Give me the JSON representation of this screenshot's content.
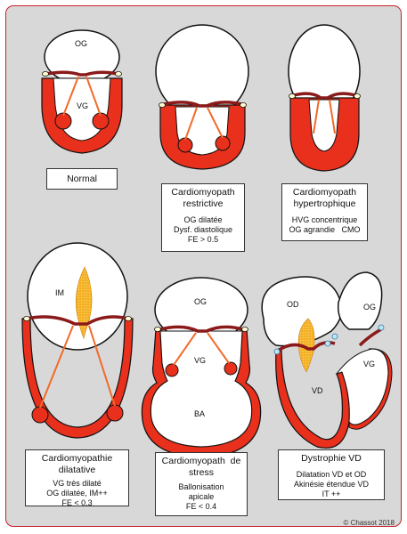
{
  "panels": [
    {
      "id": "normal",
      "title": [
        "Normal"
      ],
      "lines": [],
      "labels": {
        "og": "OG",
        "vg": "VG"
      }
    },
    {
      "id": "restrictive",
      "title": [
        "Cardiomyopath",
        "restrictive"
      ],
      "lines": [
        "OG dilatée",
        "Dysf. diastolique",
        "FE > 0.5"
      ]
    },
    {
      "id": "hypertrophique",
      "title": [
        "Cardiomyopath",
        "hypertrophique"
      ],
      "lines": [
        "HVG concentrique",
        "OG agrandie   CMO"
      ]
    },
    {
      "id": "dilatative",
      "title": [
        "Cardiomyopathie",
        "dilatative"
      ],
      "lines": [
        "VG très dilaté",
        "OG dilatée, IM++",
        "FE < 0.3"
      ],
      "labels": {
        "im": "IM"
      }
    },
    {
      "id": "stress",
      "title": [
        "Cardiomyopath  de",
        "stress"
      ],
      "lines": [
        "Ballonisation",
        "apicale",
        "FE < 0.4"
      ],
      "labels": {
        "og": "OG",
        "vg": "VG",
        "ba": "BA"
      }
    },
    {
      "id": "vd",
      "title": [
        "Dystrophie VD"
      ],
      "lines": [
        "Dilatation VD et OD",
        "Akinésie étendue VD",
        "IT ++"
      ],
      "labels": {
        "od": "OD",
        "og": "OG",
        "vd": "VD",
        "vg": "VG"
      }
    }
  ],
  "copyright": "© Chassot 2018",
  "colors": {
    "wall": "#e8301c",
    "valve": "#8b1a1a",
    "chord": "#f26a2a",
    "jet": "#f2a020",
    "frame": "#c8202a",
    "bg": "#d8d8d8"
  }
}
